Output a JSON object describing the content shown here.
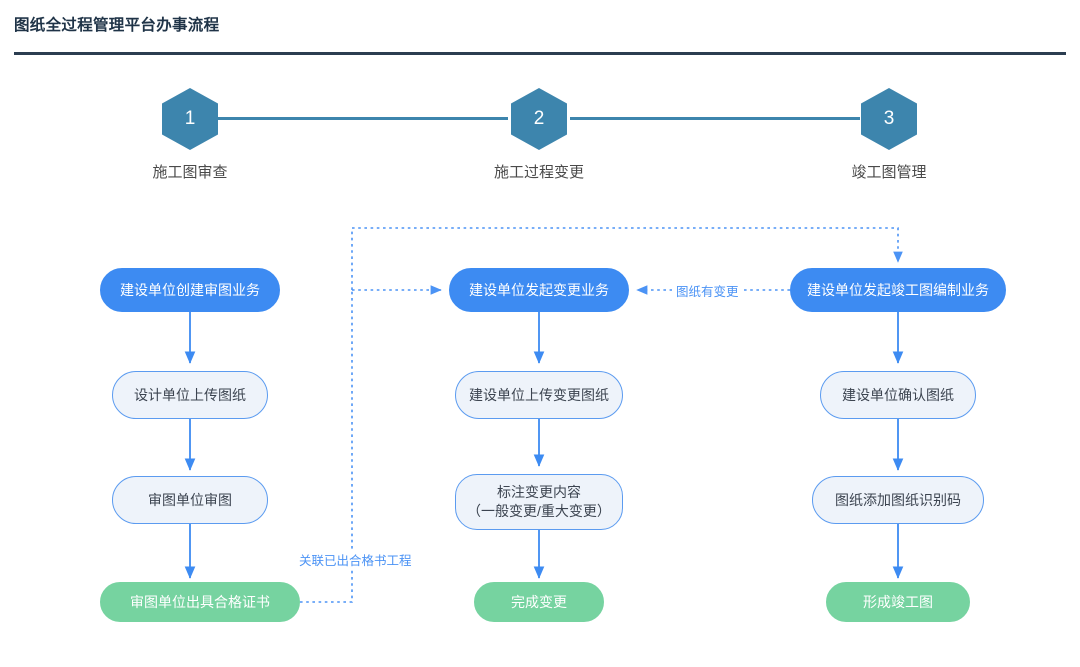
{
  "header": {
    "title": "图纸全过程管理平台办事流程"
  },
  "stepper": {
    "steps": [
      {
        "number": "1",
        "label": "施工图审查"
      },
      {
        "number": "2",
        "label": "施工过程变更"
      },
      {
        "number": "3",
        "label": "竣工图管理"
      }
    ]
  },
  "colors": {
    "hex": "#3d85ad",
    "start_node": "#3d8bf2",
    "step_node_fill": "#eef3fa",
    "step_node_border": "#5b9bf0",
    "end_node": "#76d3a0",
    "connector": "#4b93f5",
    "title": "#1f3347",
    "rule": "#2b3d50"
  },
  "flow": {
    "columns": [
      {
        "name": "施工图审查",
        "nodes": [
          {
            "id": "c1n1",
            "text": "建设单位创建审图业务",
            "type": "start"
          },
          {
            "id": "c1n2",
            "text": "设计单位上传图纸",
            "type": "step"
          },
          {
            "id": "c1n3",
            "text": "审图单位审图",
            "type": "step"
          },
          {
            "id": "c1n4",
            "text": "审图单位出具合格证书",
            "type": "end"
          }
        ]
      },
      {
        "name": "施工过程变更",
        "nodes": [
          {
            "id": "c2n1",
            "text": "建设单位发起变更业务",
            "type": "start"
          },
          {
            "id": "c2n2",
            "text": "建设单位上传变更图纸",
            "type": "step"
          },
          {
            "id": "c2n3",
            "text": "标注变更内容",
            "text2": "（一般变更/重大变更）",
            "type": "step"
          },
          {
            "id": "c2n4",
            "text": "完成变更",
            "type": "end"
          }
        ]
      },
      {
        "name": "竣工图管理",
        "nodes": [
          {
            "id": "c3n1",
            "text": "建设单位发起竣工图编制业务",
            "type": "start"
          },
          {
            "id": "c3n2",
            "text": "建设单位确认图纸",
            "type": "step"
          },
          {
            "id": "c3n3",
            "text": "图纸添加图纸识别码",
            "type": "step"
          },
          {
            "id": "c3n4",
            "text": "形成竣工图",
            "type": "end"
          }
        ]
      }
    ],
    "edge_labels": {
      "cert_to_change": "关联已出合格书工程",
      "drawing_changed": "图纸有变更"
    }
  }
}
